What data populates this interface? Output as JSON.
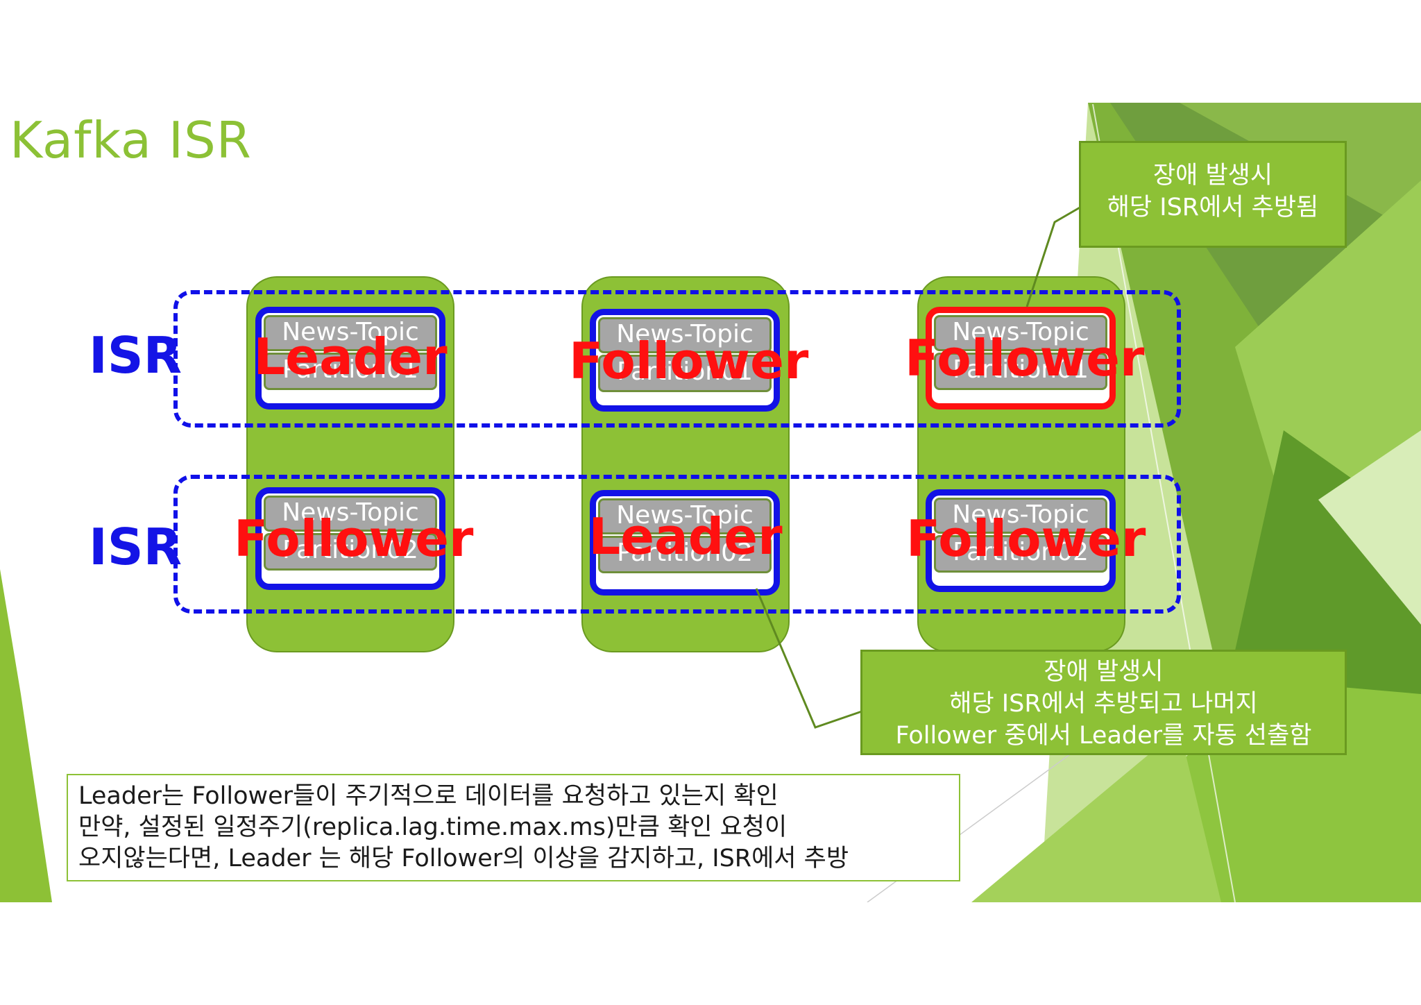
{
  "slide": {
    "title": "Kafka ISR",
    "colors": {
      "accent_green": "#8dc136",
      "isr_blue": "#1212e6",
      "failed_red": "#ff1010"
    }
  },
  "isr_groups": [
    {
      "label": "ISR"
    },
    {
      "label": "ISR"
    }
  ],
  "brokers": [
    {
      "partitions": [
        {
          "line1": "News-Topic",
          "line2": "Partition01",
          "role": "Leader",
          "state": "in-sync"
        },
        {
          "line1": "News-Topic",
          "line2": "Partition02",
          "role": "Follower",
          "state": "in-sync"
        }
      ]
    },
    {
      "partitions": [
        {
          "line1": "News-Topic",
          "line2": "Partition01",
          "role": "Follower",
          "state": "in-sync"
        },
        {
          "line1": "News-Topic",
          "line2": "Partition02",
          "role": "Leader",
          "state": "in-sync"
        }
      ]
    },
    {
      "partitions": [
        {
          "line1": "News-Topic",
          "line2": "Partition01",
          "role": "Follower",
          "state": "failed"
        },
        {
          "line1": "News-Topic",
          "line2": "Partition02",
          "role": "Follower",
          "state": "in-sync"
        }
      ]
    }
  ],
  "callouts": {
    "top": {
      "lines": [
        "장애 발생시",
        "해당 ISR에서 추방됨"
      ]
    },
    "bottom": {
      "lines": [
        "장애 발생시",
        "해당 ISR에서 추방되고 나머지",
        "Follower 중에서 Leader를 자동 선출함"
      ]
    }
  },
  "note": {
    "lines": [
      "Leader는 Follower들이 주기적으로 데이터를 요청하고 있는지 확인",
      "만약, 설정된 일정주기(replica.lag.time.max.ms)만큼 확인 요청이",
      "오지않는다면, Leader 는 해당 Follower의 이상을 감지하고, ISR에서 추방"
    ]
  }
}
